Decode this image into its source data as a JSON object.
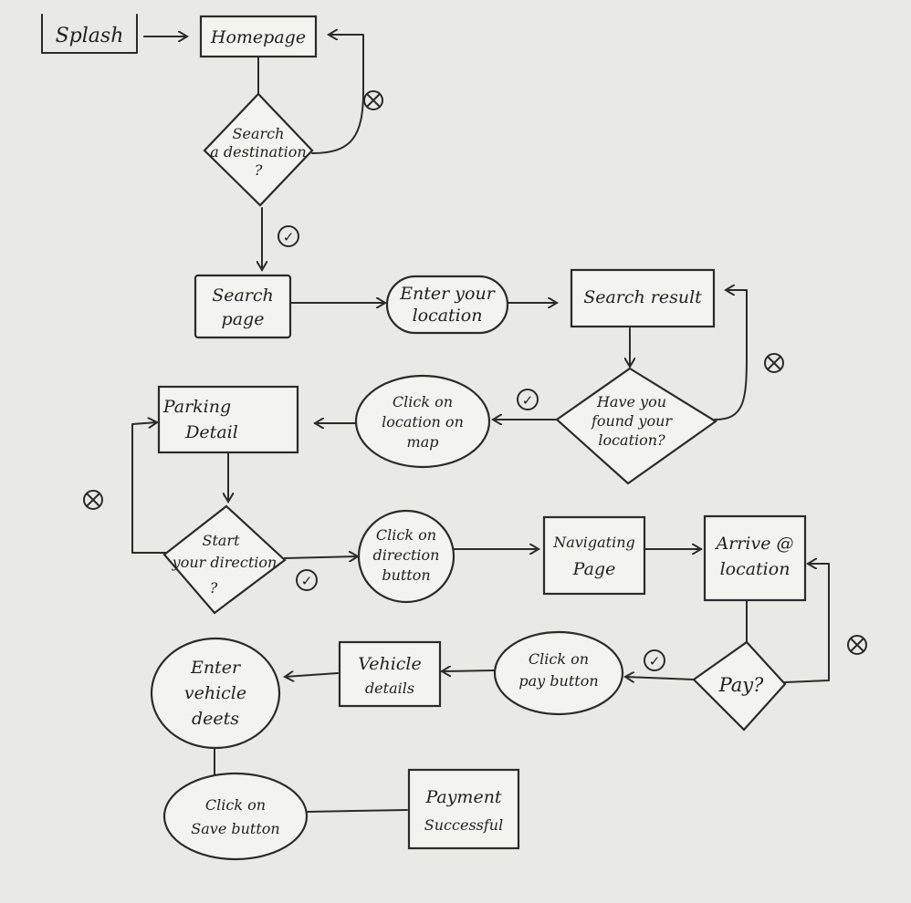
{
  "nodes": {
    "splash": "Splash",
    "homepage": "Homepage",
    "search_destination": [
      "Search",
      "a destination",
      "?"
    ],
    "search_page": [
      "Search",
      "page"
    ],
    "enter_location": [
      "Enter your",
      "location"
    ],
    "search_result": "Search result",
    "found_location": [
      "Have you",
      "found your",
      "location?"
    ],
    "click_location_map": [
      "Click on",
      "location on",
      "map"
    ],
    "parking_detail": [
      "Parking",
      "Detail"
    ],
    "start_direction": [
      "Start",
      "your direction",
      "?"
    ],
    "click_direction_button": [
      "Click on",
      "direction",
      "button"
    ],
    "navigating_page": [
      "Navigating",
      "Page"
    ],
    "arrive_location": [
      "Arrive @",
      "location"
    ],
    "pay": "Pay?",
    "click_pay_button": [
      "Click on",
      "pay button"
    ],
    "vehicle_details": [
      "Vehicle",
      "details"
    ],
    "enter_vehicle_deets": [
      "Enter",
      "vehicle",
      "deets"
    ],
    "click_save_button": [
      "Click on",
      "Save button"
    ],
    "payment_successful": [
      "Payment",
      "Successful"
    ]
  },
  "marks": {
    "yes": "✓",
    "no": "⊗"
  }
}
